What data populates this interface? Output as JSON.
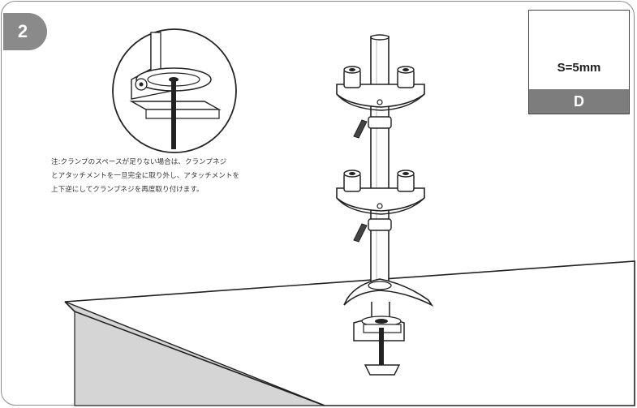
{
  "step": {
    "number": "2"
  },
  "tool": {
    "size_label": "S=5mm",
    "letter": "D",
    "icon": "allen-key-icon"
  },
  "note": {
    "lines": [
      "注:クランプのスペースが足りない場合は、クランプネジ",
      "とアタッチメントを一旦完全に取り外し、アタッチメントを",
      "上下逆にしてクランプネジを再度取り付けます。"
    ]
  },
  "illustration": {
    "main": "monitor-arm-pole-on-desk",
    "detail": "clamp-detail-circle"
  },
  "colors": {
    "badge": "#8a8a8a",
    "tool_label_bg": "#7d7d7d",
    "desk_side": "#d5d5d5",
    "outline": "#222222"
  }
}
